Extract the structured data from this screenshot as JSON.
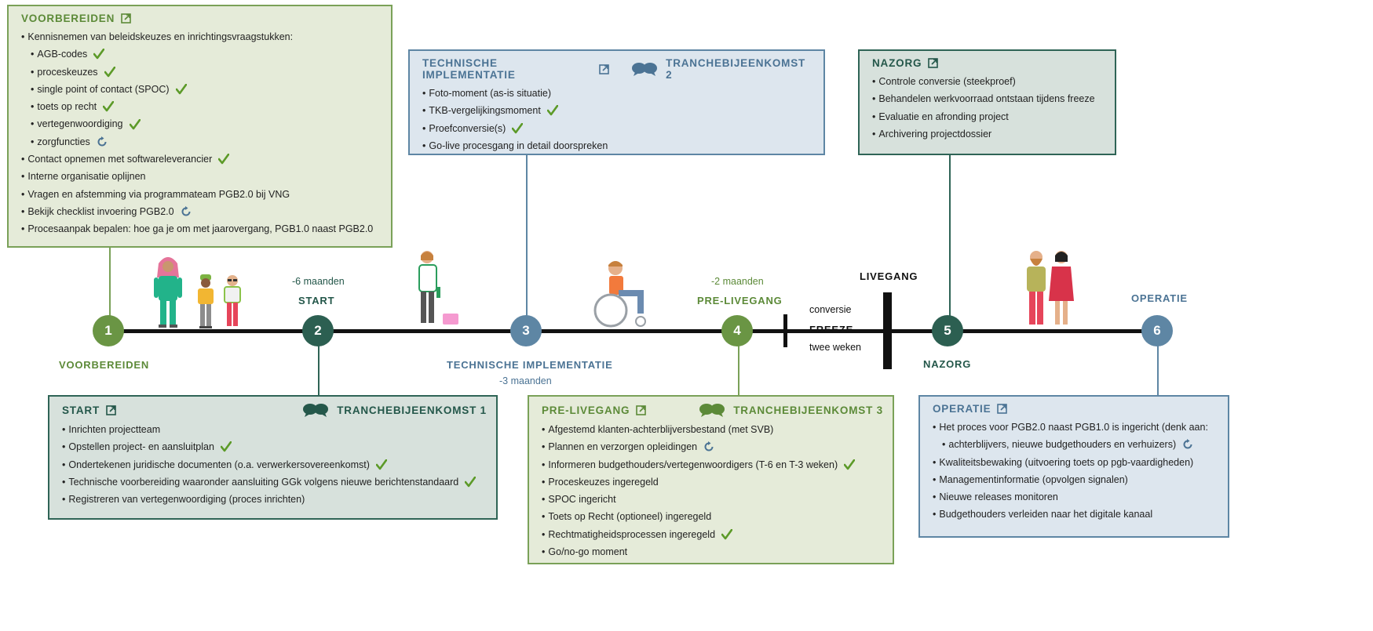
{
  "colors": {
    "green": "#6a9544",
    "teal": "#2c5f51",
    "blue": "#5e86a4",
    "check": "#5c9a28",
    "cycle": "#4b7394"
  },
  "boxes": {
    "voorbereiden": {
      "title": "VOORBEREIDEN",
      "items": [
        {
          "text": "Kennisnemen van beleidskeuzes en inrichtingsvraagstukken:",
          "sub": false,
          "mark": ""
        },
        {
          "text": "AGB-codes",
          "sub": true,
          "mark": "check"
        },
        {
          "text": "proceskeuzes",
          "sub": true,
          "mark": "check"
        },
        {
          "text": "single point of contact (SPOC)",
          "sub": true,
          "mark": "check"
        },
        {
          "text": "toets op recht",
          "sub": true,
          "mark": "check"
        },
        {
          "text": "vertegenwoordiging",
          "sub": true,
          "mark": "check"
        },
        {
          "text": "zorgfuncties",
          "sub": true,
          "mark": "cycle"
        },
        {
          "text": "Contact opnemen met softwareleverancier",
          "sub": false,
          "mark": "check"
        },
        {
          "text": "Interne organisatie oplijnen",
          "sub": false,
          "mark": ""
        },
        {
          "text": "Vragen en afstemming via programmateam PGB2.0 bij VNG",
          "sub": false,
          "mark": ""
        },
        {
          "text": "Bekijk checklist invoering PGB2.0",
          "sub": false,
          "mark": "cycle"
        },
        {
          "text": "Procesaanpak bepalen: hoe ga je om met jaarovergang, PGB1.0 naast PGB2.0",
          "sub": false,
          "mark": ""
        }
      ]
    },
    "technisch": {
      "title": "TECHNISCHE IMPLEMENTATIE",
      "meeting": "TRANCHEBIJEENKOMST 2",
      "items": [
        {
          "text": "Foto-moment (as-is situatie)",
          "sub": false,
          "mark": ""
        },
        {
          "text": "TKB-vergelijkingsmoment",
          "sub": false,
          "mark": "check"
        },
        {
          "text": "Proefconversie(s)",
          "sub": false,
          "mark": "check"
        },
        {
          "text": "Go-live procesgang in detail doorspreken",
          "sub": false,
          "mark": ""
        }
      ]
    },
    "nazorg": {
      "title": "NAZORG",
      "items": [
        {
          "text": "Controle conversie (steekproef)",
          "sub": false,
          "mark": ""
        },
        {
          "text": "Behandelen werkvoorraad ontstaan tijdens freeze",
          "sub": false,
          "mark": ""
        },
        {
          "text": "Evaluatie en afronding project",
          "sub": false,
          "mark": ""
        },
        {
          "text": "Archivering projectdossier",
          "sub": false,
          "mark": ""
        }
      ]
    },
    "start": {
      "title": "START",
      "meeting": "TRANCHEBIJEENKOMST 1",
      "items": [
        {
          "text": "Inrichten projectteam",
          "sub": false,
          "mark": ""
        },
        {
          "text": "Opstellen project- en aansluitplan",
          "sub": false,
          "mark": "check"
        },
        {
          "text": "Ondertekenen juridische documenten  (o.a. verwerkersovereenkomst)",
          "sub": false,
          "mark": "check"
        },
        {
          "text": "Technische voorbereiding waaronder  aansluiting GGk volgens nieuwe berichtenstandaard",
          "sub": false,
          "mark": "check"
        },
        {
          "text": "Registreren van vertegenwoordiging (proces inrichten)",
          "sub": false,
          "mark": ""
        }
      ]
    },
    "prelive": {
      "title": "PRE-LIVEGANG",
      "meeting": "TRANCHEBIJEENKOMST 3",
      "items": [
        {
          "text": "Afgestemd klanten-achterblijversbestand (met SVB)",
          "sub": false,
          "mark": ""
        },
        {
          "text": "Plannen en verzorgen opleidingen",
          "sub": false,
          "mark": "cycle"
        },
        {
          "text": "Informeren budgethouders/vertegenwoordigers  (T-6 en T-3 weken)",
          "sub": false,
          "mark": "check"
        },
        {
          "text": "Proceskeuzes ingeregeld",
          "sub": false,
          "mark": ""
        },
        {
          "text": "SPOC ingericht",
          "sub": false,
          "mark": ""
        },
        {
          "text": "Toets op Recht (optioneel) ingeregeld",
          "sub": false,
          "mark": ""
        },
        {
          "text": "Rechtmatigheidsprocessen ingeregeld",
          "sub": false,
          "mark": "check"
        },
        {
          "text": "Go/no-go moment",
          "sub": false,
          "mark": ""
        }
      ]
    },
    "operatie": {
      "title": "OPERATIE",
      "items": [
        {
          "text": "Het proces voor PGB2.0 naast PGB1.0 is ingericht (denk aan:",
          "sub": false,
          "mark": ""
        },
        {
          "text": "achterblijvers, nieuwe budgethouders en verhuizers)",
          "sub": true,
          "mark": "cycle"
        },
        {
          "text": "Kwaliteitsbewaking (uitvoering toets op pgb-vaardigheden)",
          "sub": false,
          "mark": ""
        },
        {
          "text": "Managementinformatie (opvolgen signalen)",
          "sub": false,
          "mark": ""
        },
        {
          "text": "Nieuwe releases monitoren",
          "sub": false,
          "mark": ""
        },
        {
          "text": "Budgethouders verleiden naar het digitale kanaal",
          "sub": false,
          "mark": ""
        }
      ]
    }
  },
  "timeline": {
    "nodes": [
      "1",
      "2",
      "3",
      "4",
      "5",
      "6"
    ],
    "labels": {
      "voorbereiden": "VOORBEREIDEN",
      "start": "START",
      "start_time": "-6 maanden",
      "technisch": "TECHNISCHE IMPLEMENTATIE",
      "technisch_time": "-3 maanden",
      "prelive": "PRE-LIVEGANG",
      "prelive_time": "-2 maanden",
      "conversie": "conversie",
      "freeze": "FREEZE",
      "twee_weken": "twee weken",
      "livegang": "LIVEGANG",
      "nazorg": "NAZORG",
      "operatie": "OPERATIE"
    }
  }
}
